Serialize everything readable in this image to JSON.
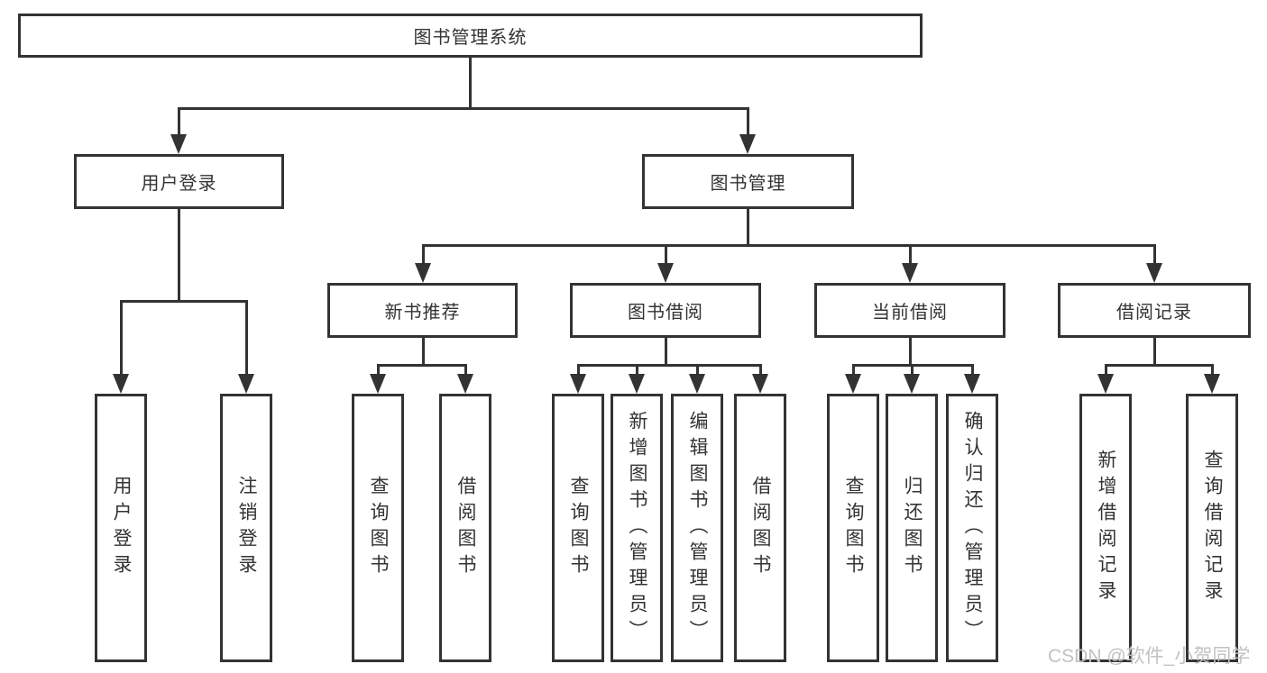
{
  "nodes": {
    "root": "图书管理系统",
    "login": "用户登录",
    "manage": "图书管理",
    "newbook": "新书推荐",
    "borrow": "图书借阅",
    "current": "当前借阅",
    "records": "借阅记录",
    "login_children": [
      "用户登录",
      "注销登录"
    ],
    "newbook_children": [
      "查询图书",
      "借阅图书"
    ],
    "borrow_children": [
      "查询图书",
      "新增图书（管理员）",
      "编辑图书（管理员）",
      "借阅图书"
    ],
    "current_children": [
      "查询图书",
      "归还图书",
      "确认归还（管理员）"
    ],
    "records_children": [
      "新增借阅记录",
      "查询借阅记录"
    ]
  },
  "watermark": "CSDN @软件_小贺同学",
  "colors": {
    "line": "#333333",
    "text": "#333333",
    "watermark": "#c2c2c2"
  }
}
